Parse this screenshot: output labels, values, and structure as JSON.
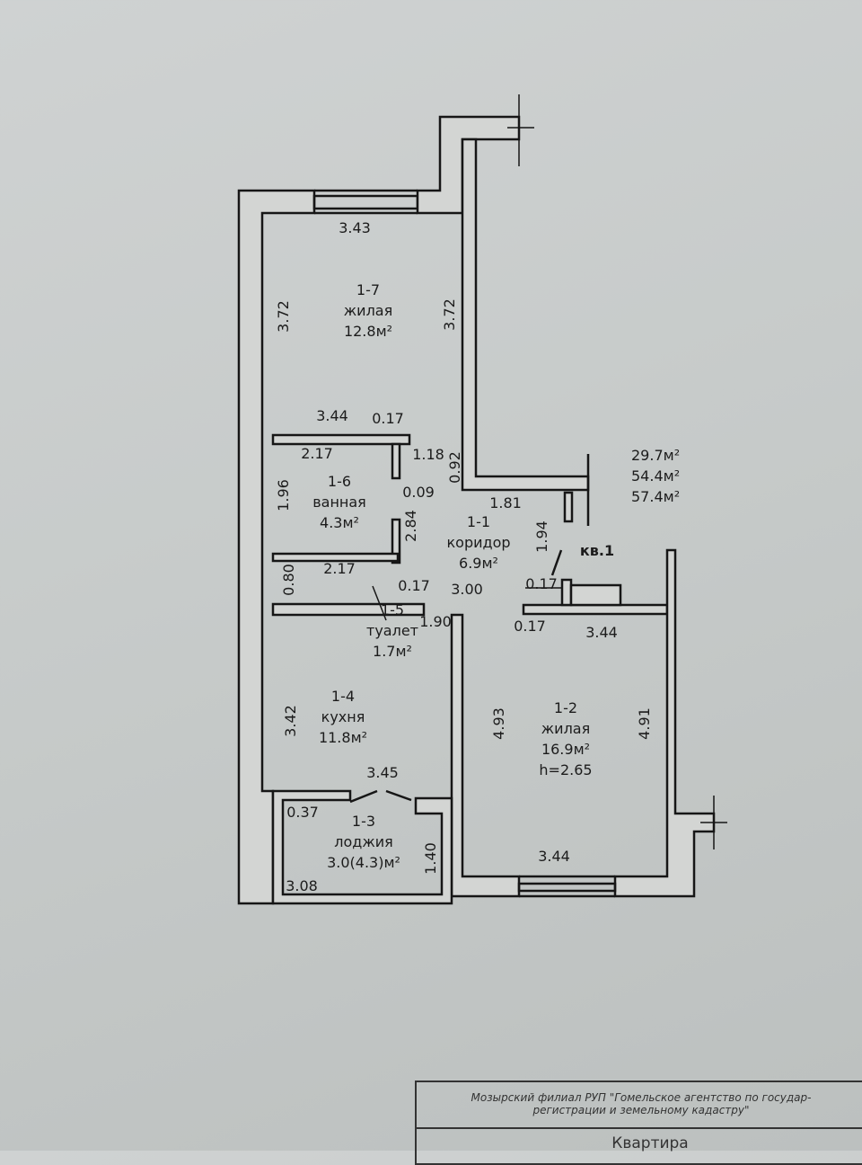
{
  "rooms": [
    {
      "id": "1-7",
      "name": "жилая",
      "area": "12.8м²"
    },
    {
      "id": "1-6",
      "name": "ванная",
      "area": "4.3м²"
    },
    {
      "id": "1-1",
      "name": "коридор",
      "area": "6.9м²"
    },
    {
      "id": "1-5",
      "name": "туалет",
      "area": "1.7м²"
    },
    {
      "id": "1-4",
      "name": "кухня",
      "area": "11.8м²"
    },
    {
      "id": "1-2",
      "name": "жилая",
      "area": "16.9м²",
      "height": "h=2.65"
    },
    {
      "id": "1-3",
      "name": "лоджия",
      "area": "3.0(4.3)м²"
    }
  ],
  "dimensions": {
    "r17_top": "3.43",
    "r17_left": "3.72",
    "r17_right": "3.72",
    "r16_top_a": "3.44",
    "r16_top_wall": "0.17",
    "r16_top_b": "2.17",
    "r16_right": "1.18",
    "r16_gap": "0.09",
    "r16_left": "1.96",
    "corr_left": "2.84",
    "corr_top": "0.92",
    "corr_top_len": "1.81",
    "corr_entry": "1.94",
    "corr_width": "3.00",
    "r15_left": "0.80",
    "r15_top": "2.17",
    "r15_wall": "0.17",
    "r15_right": "1.90",
    "r12_wall_a": "0.17",
    "r12_wall_b": "0.17",
    "r12_top": "3.44",
    "r12_left": "4.93",
    "r12_right": "4.91",
    "r12_bottom": "3.44",
    "r14_left": "3.42",
    "r14_bottom": "3.45",
    "r13_left": "0.37",
    "r13_right": "1.40",
    "r13_bottom": "3.08"
  },
  "totals": [
    "29.7м²",
    "54.4м²",
    "57.4м²"
  ],
  "apartment_label": "кв.1",
  "title_block": {
    "organization": "Мозырский филиал РУП \"Гомельское агентство по государ- регистрации и земельному кадастру\"",
    "object": "Квартира"
  }
}
